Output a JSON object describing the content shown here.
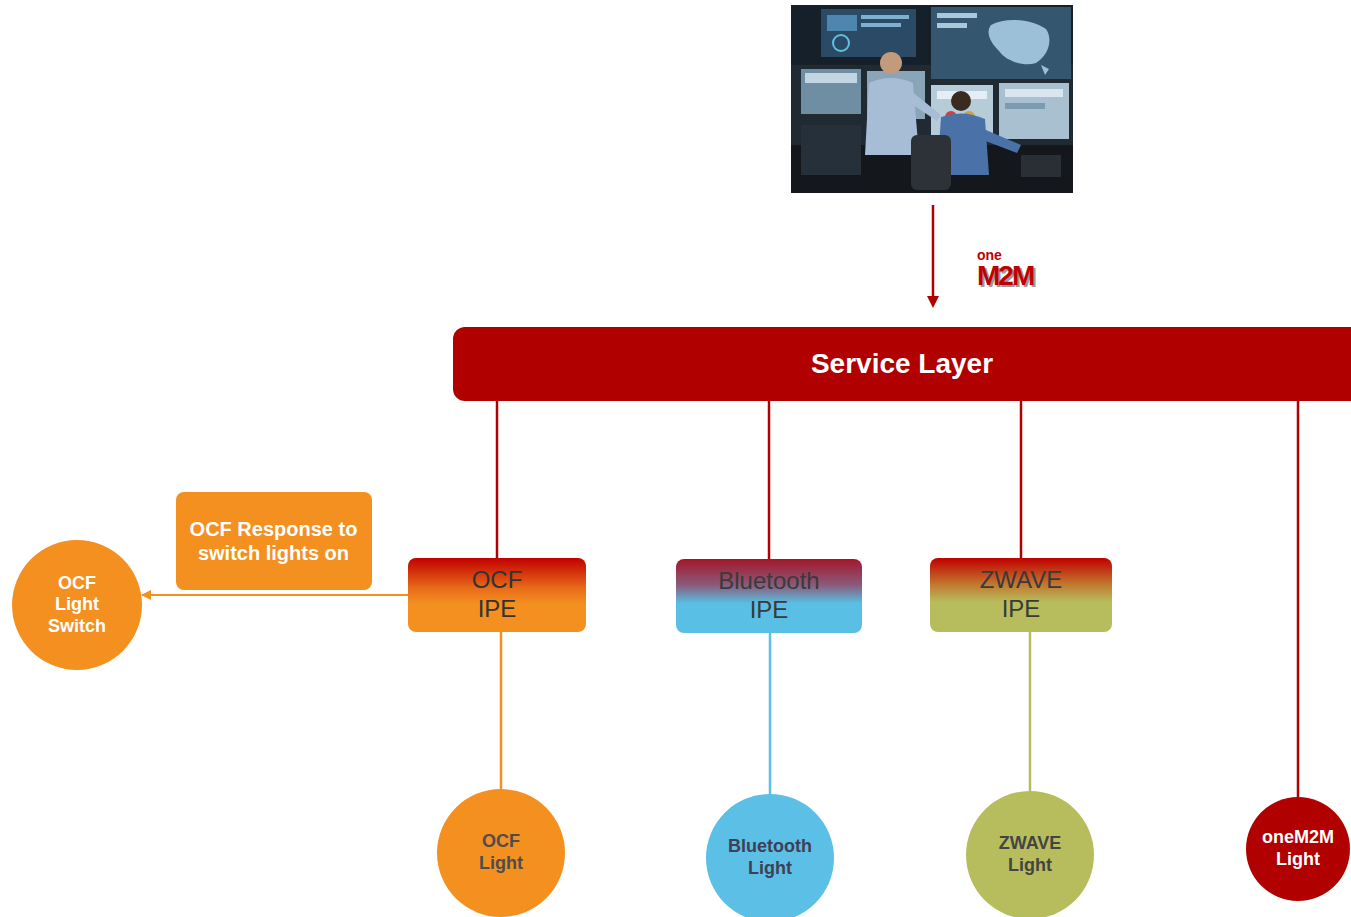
{
  "diagram": {
    "nodes": [
      {
        "text": [
          "Service Layer"
        ]
      },
      {
        "text": [
          "OCF Light Switch"
        ]
      },
      {
        "text": [
          "OCF Response to switch lights on"
        ]
      },
      {
        "text": [
          "OCF IPE"
        ]
      },
      {
        "text": [
          "Bluetooth IPE"
        ]
      },
      {
        "text": [
          "ZWAVE IPE"
        ]
      },
      {
        "text": [
          "OCF Light"
        ]
      },
      {
        "text": [
          "Bluetooth Light"
        ]
      },
      {
        "text": [
          "ZWAVE Light"
        ]
      },
      {
        "text": [
          "oneM2M Light"
        ]
      }
    ],
    "edges": [
      {
        "from": 0,
        "to": 3,
        "arrow": "none"
      },
      {
        "from": 0,
        "to": 4,
        "arrow": "none"
      },
      {
        "from": 0,
        "to": 5,
        "arrow": "none"
      },
      {
        "from": 0,
        "to": 9,
        "arrow": "none"
      },
      {
        "from": 3,
        "to": 1,
        "arrow": "to"
      },
      {
        "from": 3,
        "to": 6,
        "arrow": "none"
      },
      {
        "from": 4,
        "to": 7,
        "arrow": "none"
      },
      {
        "from": 5,
        "to": 8,
        "arrow": "none"
      }
    ],
    "labels": [
      "one",
      "M2M"
    ]
  }
}
